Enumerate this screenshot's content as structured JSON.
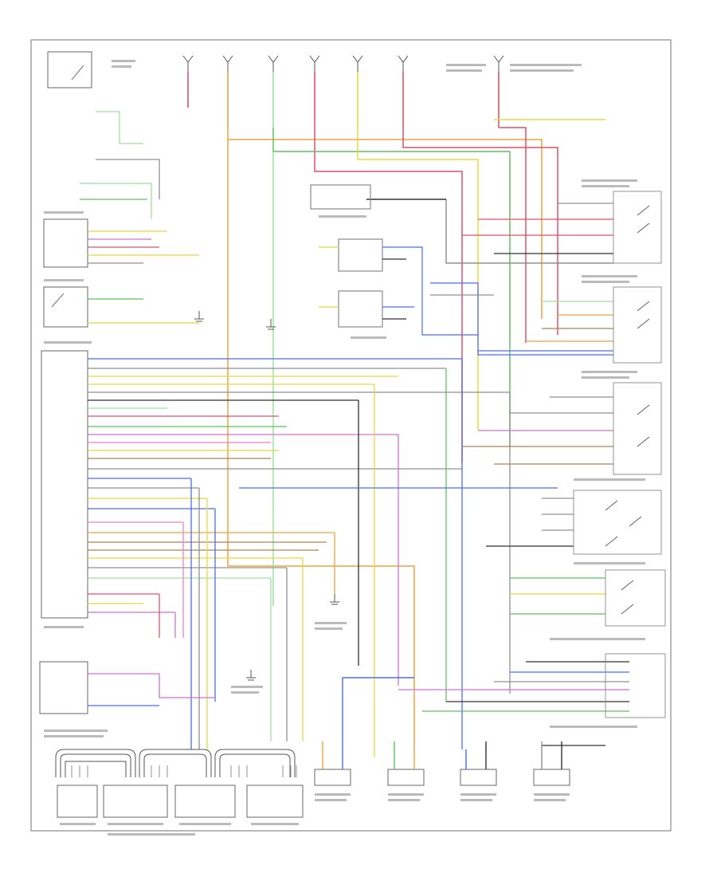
{
  "colors": {
    "orange": "#f0a040",
    "red": "#e0506a",
    "blue": "#4a6aff",
    "green": "#60c060",
    "yellow": "#e8d840",
    "gray": "#909090",
    "violet": "#d070d0",
    "pink": "#f080c0",
    "brown": "#b08050",
    "lightgreen": "#a0e0a0",
    "black": "#303030"
  },
  "icons": [
    "ground-symbol",
    "switch-contact",
    "module-box",
    "connector-block"
  ]
}
